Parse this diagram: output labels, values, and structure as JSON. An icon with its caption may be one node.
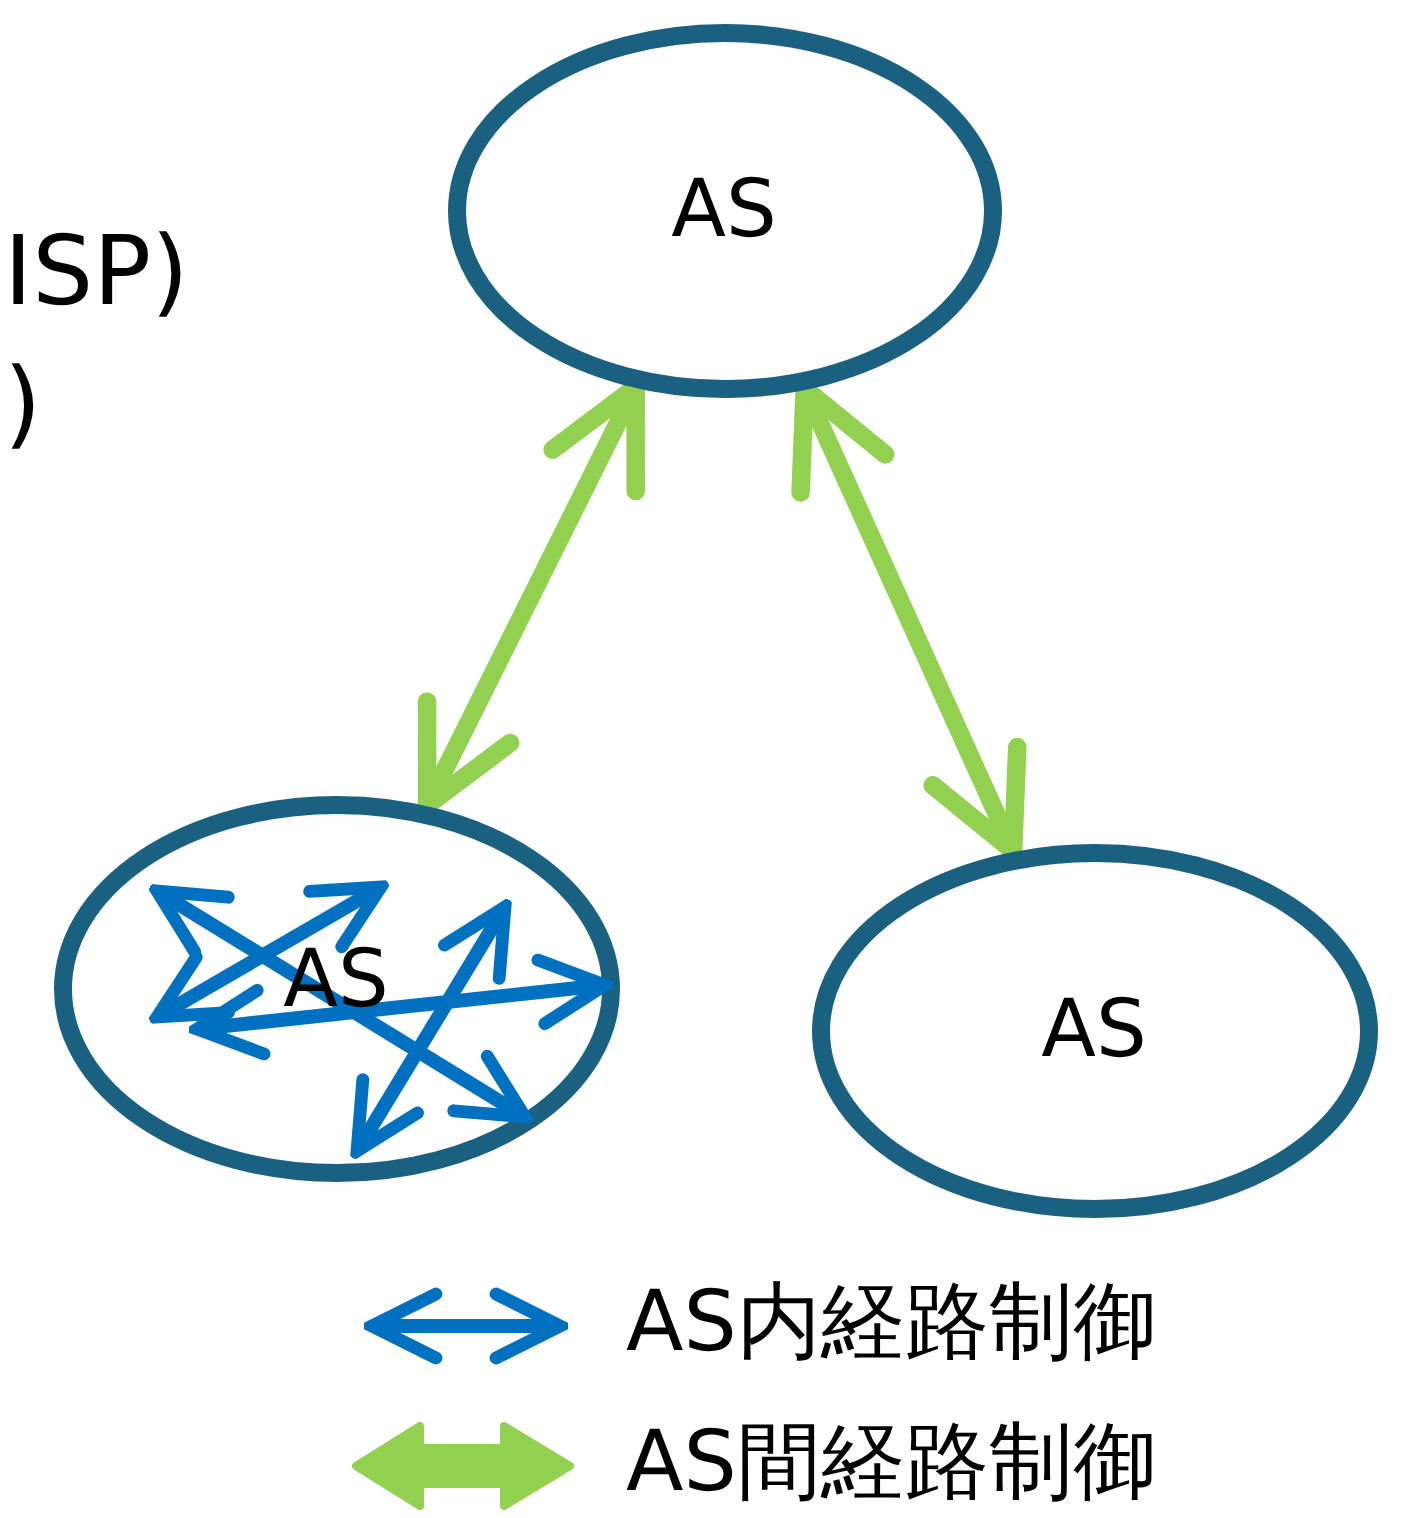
{
  "diagram": {
    "nodes": [
      {
        "text": [
          "AS"
        ]
      },
      {
        "text": [
          "AS"
        ]
      },
      {
        "text": [
          "AS"
        ]
      }
    ],
    "edges": [
      {
        "from": 0,
        "to": 1,
        "arrow": "both"
      },
      {
        "from": 0,
        "to": 2,
        "arrow": "both"
      }
    ],
    "labels": [
      "ISP)",
      ")"
    ],
    "legend": [
      {
        "text": "AS内経路制御"
      },
      {
        "text": "AS間経路制御"
      }
    ]
  }
}
